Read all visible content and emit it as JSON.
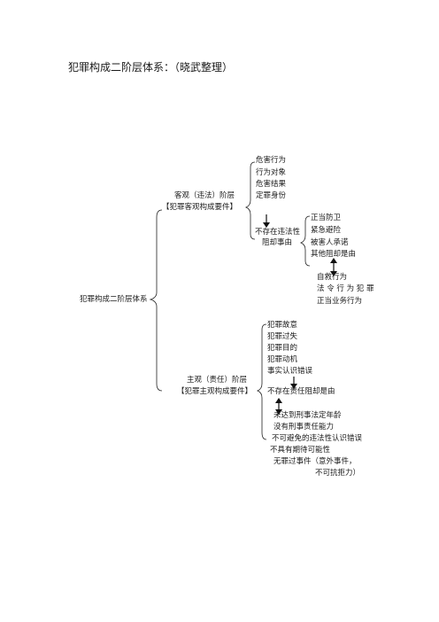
{
  "title": "犯罪构成二阶层体系：（晓武整理）",
  "root": "犯罪构成二阶层体系",
  "objective": {
    "heading": "客观（违法）阶层",
    "subheading": "【犯罪客观构成要件】",
    "elements": [
      "危害行为",
      "行为对象",
      "危害结果",
      "定罪身份"
    ],
    "justification_label_1": "不存在违法性",
    "justification_label_2": "阻却事由",
    "justifications": [
      "正当防卫",
      "紧急避险",
      "被害人承诺",
      "其他阻却是由"
    ],
    "others": [
      "自救行为",
      "法 令 行 为 犯 罪",
      "正当业务行为"
    ]
  },
  "subjective": {
    "heading": "主观（责任）阶层",
    "subheading": "【犯罪主观构成要件】",
    "elements": [
      "犯罪故意",
      "犯罪过失",
      "犯罪目的",
      "犯罪动机",
      "事实认识错误"
    ],
    "excuse_label": "不存在责任阻却是由",
    "excuses": [
      "未达到刑事法定年龄",
      "没有刑事责任能力",
      "不可避免的违法性认识错误",
      "不具有期待可能性",
      "无罪过事件（意外事件，"
    ],
    "excuse_last": "不可抗拒力）"
  }
}
